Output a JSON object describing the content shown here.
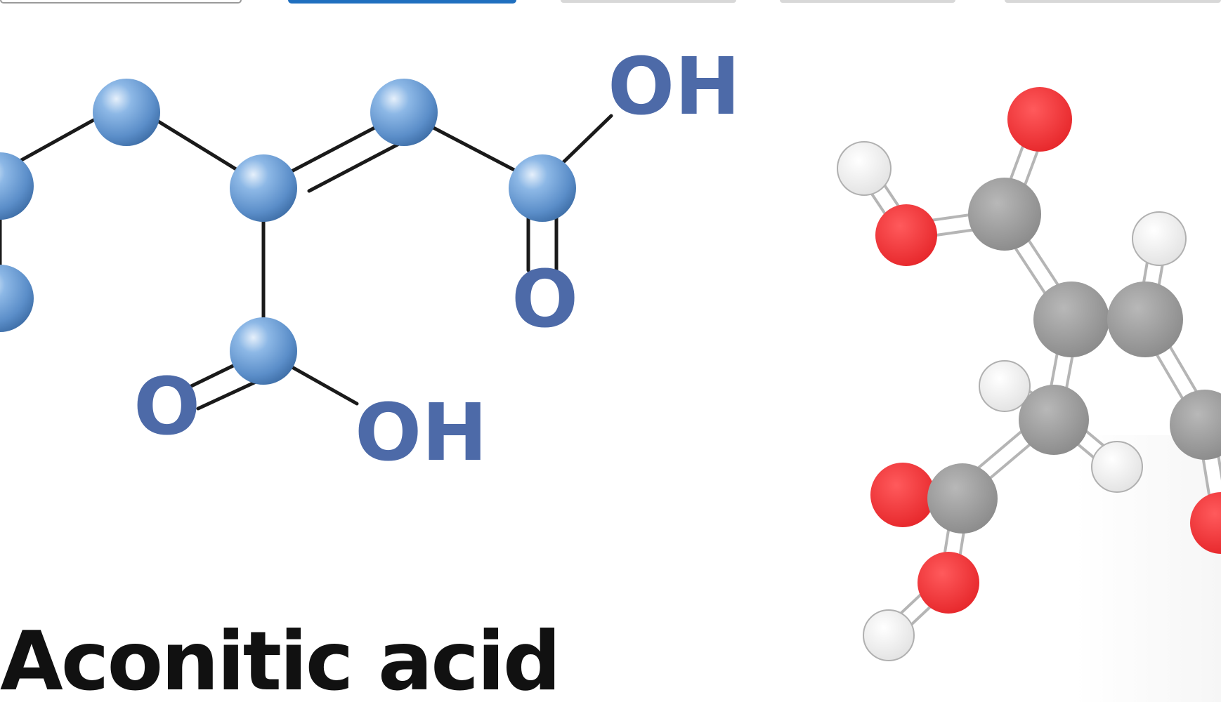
{
  "molecule": {
    "name": "Aconitic acid"
  },
  "skeletal_formula": {
    "labels": {
      "oh_top": "OH",
      "o_right": "O",
      "o_left": "O",
      "oh_bottom": "OH"
    },
    "colors": {
      "atom": "#6e9fd6",
      "atom_highlight": "#dce9f8",
      "atom_shadow": "#3f6fa8",
      "bond": "#1a1a1a",
      "label": "#4d6aa8"
    }
  },
  "ball_and_stick": {
    "colors": {
      "carbon": "#9a9a9a",
      "oxygen": "#f0393c",
      "hydrogen": "#f2f2f2",
      "bond": "#ffffff",
      "bond_outline": "#b0b0b0"
    }
  }
}
